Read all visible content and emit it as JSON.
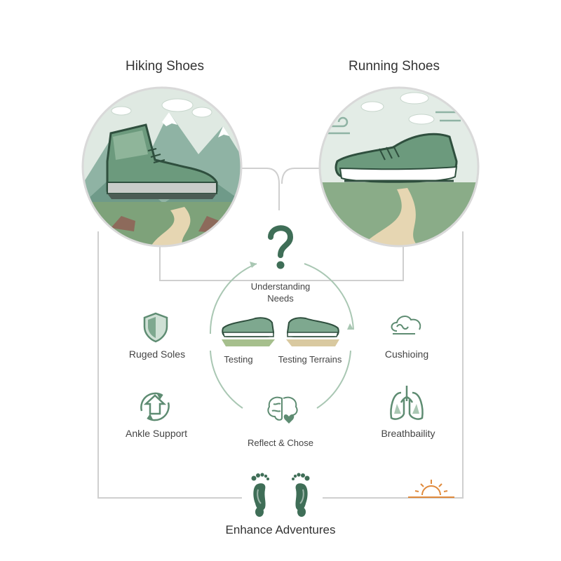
{
  "headings": {
    "hiking": "Hiking Shoes",
    "running": "Running Shoes"
  },
  "center": {
    "understanding_line1": "Understanding",
    "understanding_line2": "Needs",
    "testing": "Testing",
    "testing_terrains": "Testing Terrains",
    "reflect": "Reflect & Chose"
  },
  "features_left": {
    "rugged_soles": "Ruged Soles",
    "ankle_support": "Ankle Support"
  },
  "features_right": {
    "cushioning": "Cushioing",
    "breathability": "Breathbaility"
  },
  "footer": {
    "enhance": "Enhance Adventures"
  },
  "icons": [
    "shield-icon",
    "arrows-up-cycle-icon",
    "cloud-wind-icon",
    "lungs-icon",
    "brain-heart-icon",
    "footprints-icon",
    "sunrise-icon",
    "question-mark-icon"
  ],
  "colors": {
    "green": "#5e8c72",
    "dark_green": "#3f6e57",
    "line_gray": "#c9c9c9",
    "sun_orange": "#e08a3c"
  }
}
